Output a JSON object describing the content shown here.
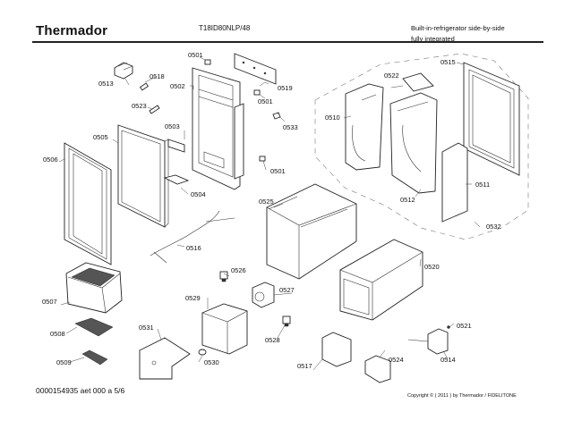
{
  "header": {
    "brand": "Thermador",
    "model": "T18ID80NLP/48",
    "description_line1": "Built-in-refrigerator side-by-side",
    "description_line2": "fully integrated"
  },
  "footer": {
    "document_id": "0000154935 aet 000 a 5/6",
    "copyright": "Copyright © ( 2011 ) by Thermador / FIDELITONE"
  },
  "parts": [
    {
      "id": "0501",
      "label": "0501"
    },
    {
      "id": "0502",
      "label": "0502"
    },
    {
      "id": "0503",
      "label": "0503"
    },
    {
      "id": "0504",
      "label": "0504"
    },
    {
      "id": "0505",
      "label": "0505"
    },
    {
      "id": "0506",
      "label": "0506"
    },
    {
      "id": "0507",
      "label": "0507"
    },
    {
      "id": "0508",
      "label": "0508"
    },
    {
      "id": "0509",
      "label": "0509"
    },
    {
      "id": "0510",
      "label": "0510"
    },
    {
      "id": "0511",
      "label": "0511"
    },
    {
      "id": "0512",
      "label": "0512"
    },
    {
      "id": "0513",
      "label": "0513"
    },
    {
      "id": "0514",
      "label": "0514"
    },
    {
      "id": "0515",
      "label": "0515"
    },
    {
      "id": "0516",
      "label": "0516"
    },
    {
      "id": "0517",
      "label": "0517"
    },
    {
      "id": "0518",
      "label": "0518"
    },
    {
      "id": "0519",
      "label": "0519"
    },
    {
      "id": "0520",
      "label": "0520"
    },
    {
      "id": "0521",
      "label": "0521"
    },
    {
      "id": "0522",
      "label": "0522"
    },
    {
      "id": "0523",
      "label": "0523"
    },
    {
      "id": "0524",
      "label": "0524"
    },
    {
      "id": "0525",
      "label": "0525"
    },
    {
      "id": "0526",
      "label": "0526"
    },
    {
      "id": "0527",
      "label": "0527"
    },
    {
      "id": "0528",
      "label": "0528"
    },
    {
      "id": "0529",
      "label": "0529"
    },
    {
      "id": "0530",
      "label": "0530"
    },
    {
      "id": "0531",
      "label": "0531"
    },
    {
      "id": "0532",
      "label": "0532"
    },
    {
      "id": "0533",
      "label": "0533"
    }
  ],
  "callouts": {
    "c0501a": "0501",
    "c0501b": "0501",
    "c0501c": "0501",
    "c0502": "0502",
    "c0503": "0503",
    "c0504": "0504",
    "c0505": "0505",
    "c0506": "0506",
    "c0507": "0507",
    "c0508": "0508",
    "c0509": "0509",
    "c0510": "0510",
    "c0511": "0511",
    "c0512": "0512",
    "c0513": "0513",
    "c0514": "0514",
    "c0515": "0515",
    "c0516": "0516",
    "c0517": "0517",
    "c0518": "0518",
    "c0519": "0519",
    "c0520": "0520",
    "c0521": "0521",
    "c0522": "0522",
    "c0523": "0523",
    "c0524": "0524",
    "c0525": "0525",
    "c0526": "0526",
    "c0527": "0527",
    "c0528": "0528",
    "c0529": "0529",
    "c0530": "0530",
    "c0531": "0531",
    "c0532": "0532",
    "c0533": "0533"
  }
}
